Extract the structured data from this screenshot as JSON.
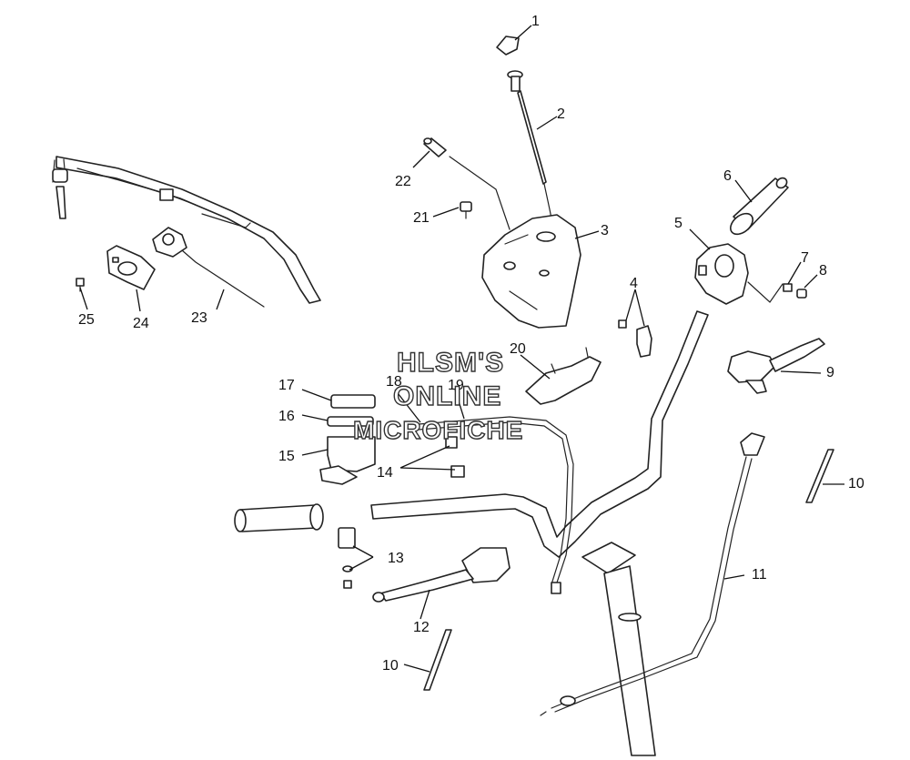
{
  "watermark": {
    "lines": [
      "HLSM'S",
      "ONLINE",
      "MICROFICHE"
    ]
  },
  "callouts": [
    {
      "id": "c1",
      "label": "1"
    },
    {
      "id": "c2",
      "label": "2"
    },
    {
      "id": "c3",
      "label": "3"
    },
    {
      "id": "c4",
      "label": "4"
    },
    {
      "id": "c5",
      "label": "5"
    },
    {
      "id": "c6",
      "label": "6"
    },
    {
      "id": "c7",
      "label": "7"
    },
    {
      "id": "c8",
      "label": "8"
    },
    {
      "id": "c9",
      "label": "9"
    },
    {
      "id": "c10a",
      "label": "10"
    },
    {
      "id": "c10b",
      "label": "10"
    },
    {
      "id": "c11",
      "label": "11"
    },
    {
      "id": "c12",
      "label": "12"
    },
    {
      "id": "c13",
      "label": "13"
    },
    {
      "id": "c14",
      "label": "14"
    },
    {
      "id": "c15",
      "label": "15"
    },
    {
      "id": "c16",
      "label": "16"
    },
    {
      "id": "c17",
      "label": "17"
    },
    {
      "id": "c18",
      "label": "18"
    },
    {
      "id": "c19",
      "label": "19"
    },
    {
      "id": "c20",
      "label": "20"
    },
    {
      "id": "c21",
      "label": "21"
    },
    {
      "id": "c22",
      "label": "22"
    },
    {
      "id": "c23",
      "label": "23"
    },
    {
      "id": "c24",
      "label": "24"
    },
    {
      "id": "c25",
      "label": "25"
    }
  ]
}
